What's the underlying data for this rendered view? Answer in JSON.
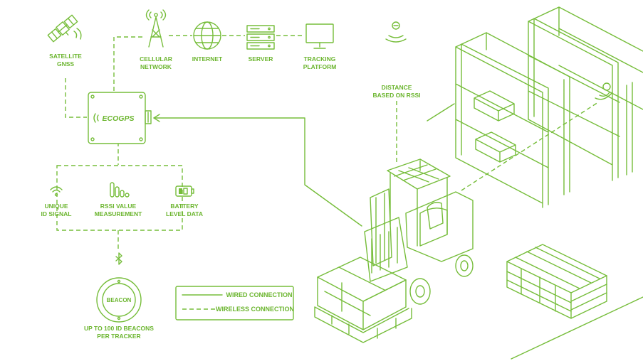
{
  "colors": {
    "accent": "#76bd3a",
    "label": "#6bb52e",
    "background": "#ffffff"
  },
  "device": {
    "brand": "ECOGPS"
  },
  "nodes": {
    "satellite": [
      "SATELLITE",
      "GNSS"
    ],
    "cellular": [
      "CELLULAR",
      "NETWORK"
    ],
    "internet": [
      "INTERNET"
    ],
    "server": [
      "SERVER"
    ],
    "tracking": [
      "TRACKING",
      "PLATFORM"
    ],
    "distance": [
      "DISTANCE",
      "BASED ON RSSI"
    ],
    "unique_id": [
      "UNIQUE",
      "ID SIGNAL"
    ],
    "rssi": [
      "RSSI VALUE",
      "MEASUREMENT"
    ],
    "battery": [
      "BATTERY",
      "LEVEL DATA"
    ],
    "beacon_label": "BEACON",
    "beacons_caption": [
      "UP TO 100 ID BEACONS",
      "PER TRACKER"
    ]
  },
  "legend": {
    "wired": "WIRED CONNECTION",
    "wireless": "WIRELESS CONNECTION"
  },
  "icons": [
    "satellite-icon",
    "cell-tower-icon",
    "globe-icon",
    "server-icon",
    "monitor-icon",
    "beacon-signal-icon",
    "wifi-icon",
    "signal-bars-icon",
    "battery-icon",
    "bluetooth-icon",
    "beacon-device-icon",
    "forklift-illustration",
    "shelving-illustration",
    "pallet-illustration"
  ]
}
